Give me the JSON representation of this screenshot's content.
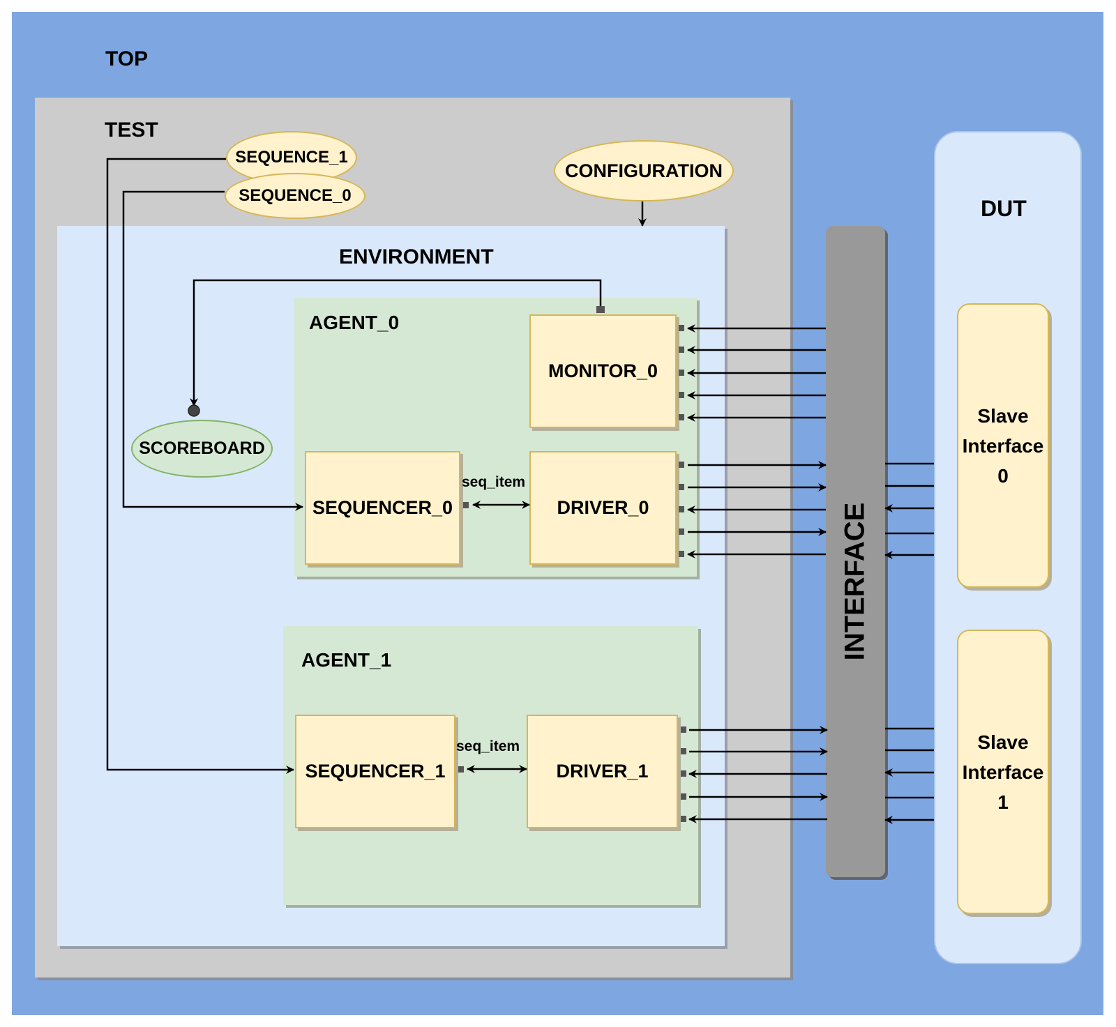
{
  "top": {
    "label": "TOP"
  },
  "test": {
    "label": "TEST",
    "sequences": [
      {
        "label": "SEQUENCE_1"
      },
      {
        "label": "SEQUENCE_0"
      }
    ],
    "configuration": {
      "label": "CONFIGURATION"
    }
  },
  "environment": {
    "label": "ENVIRONMENT",
    "scoreboard": {
      "label": "SCOREBOARD"
    },
    "agent_0": {
      "label": "AGENT_0",
      "monitor": {
        "label": "MONITOR_0"
      },
      "sequencer": {
        "label": "SEQUENCER_0"
      },
      "driver": {
        "label": "DRIVER_0"
      },
      "link_label": "seq_item"
    },
    "agent_1": {
      "label": "AGENT_1",
      "sequencer": {
        "label": "SEQUENCER_1"
      },
      "driver": {
        "label": "DRIVER_1"
      },
      "link_label": "seq_item"
    }
  },
  "interface": {
    "label": "INTERFACE"
  },
  "dut": {
    "label": "DUT",
    "slave_interfaces": [
      {
        "line1": "Slave",
        "line2": "Interface",
        "line3": "0"
      },
      {
        "line1": "Slave",
        "line2": "Interface",
        "line3": "1"
      }
    ]
  },
  "colors": {
    "top_bg": "#7ea6e0",
    "test_bg": "#cccccc",
    "environment_bg": "#dae8fc",
    "agent_bg": "#d5e8d4",
    "component_fill": "#fff2cc",
    "component_border": "#d6b656",
    "interface_bg": "#999999"
  }
}
